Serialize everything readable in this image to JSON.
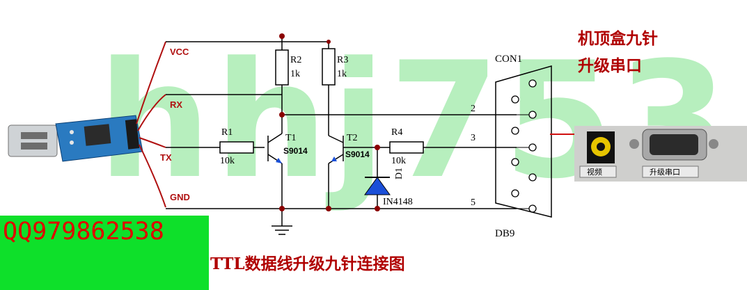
{
  "watermark": "hhj753",
  "wires": {
    "vcc": "VCC",
    "rx": "RX",
    "tx": "TX",
    "gnd": "GND"
  },
  "components": {
    "r1": {
      "name": "R1",
      "value": "10k"
    },
    "r2": {
      "name": "R2",
      "value": "1k"
    },
    "r3": {
      "name": "R3",
      "value": "1k"
    },
    "r4": {
      "name": "R4",
      "value": "10k"
    },
    "t1": {
      "name": "T1",
      "part": "S9014"
    },
    "t2": {
      "name": "T2",
      "part": "S9014"
    },
    "d1": {
      "name": "D1",
      "part": "IN4148"
    }
  },
  "connector": {
    "name": "CON1",
    "type": "DB9",
    "pins": [
      "2",
      "3",
      "5"
    ]
  },
  "target_title": {
    "line1": "机顶盒九针",
    "line2": "升级串口"
  },
  "photo_labels": {
    "video": "视频",
    "upgrade": "升级串口"
  },
  "contact": "QQ979862538",
  "footer": "TTL数据线升级九针连接图",
  "colors": {
    "wire": "#b01010",
    "watermark": "#7de28a",
    "contact_bg": "#0ee02a",
    "title": "#b00000"
  }
}
